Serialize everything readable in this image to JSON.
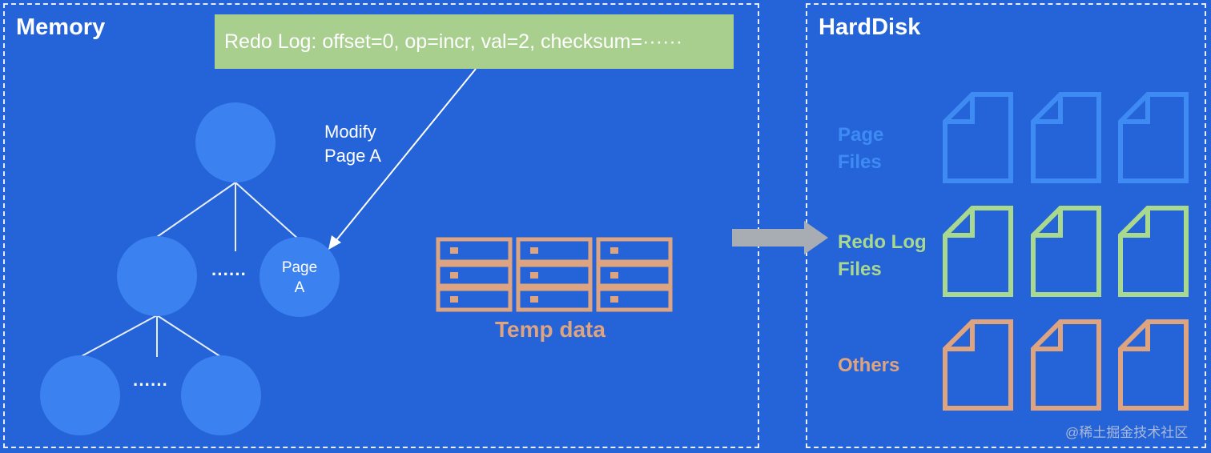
{
  "memory": {
    "title": "Memory",
    "redo_log_record": "Redo Log: offset=0, op=incr, val=2, checksum=······",
    "modify_label_line1": "Modify",
    "modify_label_line2": "Page A",
    "tree": {
      "ellipsis": "······",
      "page_node_line1": "Page",
      "page_node_line2": "A"
    },
    "temp_data_label": "Temp data"
  },
  "hard_disk": {
    "title": "HardDisk",
    "groups": [
      {
        "label_line1": "Page",
        "label_line2": "Files",
        "color": "#3f8bf4"
      },
      {
        "label_line1": "Redo Log",
        "label_line2": "Files",
        "color": "#a9d98f"
      },
      {
        "label_line1": "Others",
        "label_line2": "",
        "color": "#dda47f"
      }
    ]
  },
  "watermark": "@稀土掘金技术社区",
  "colors": {
    "background": "#2563d9",
    "node": "#3b82f0",
    "redo_box": "#a9cf8f",
    "temp": "#dda47f",
    "arrow": "#a8acb3"
  }
}
